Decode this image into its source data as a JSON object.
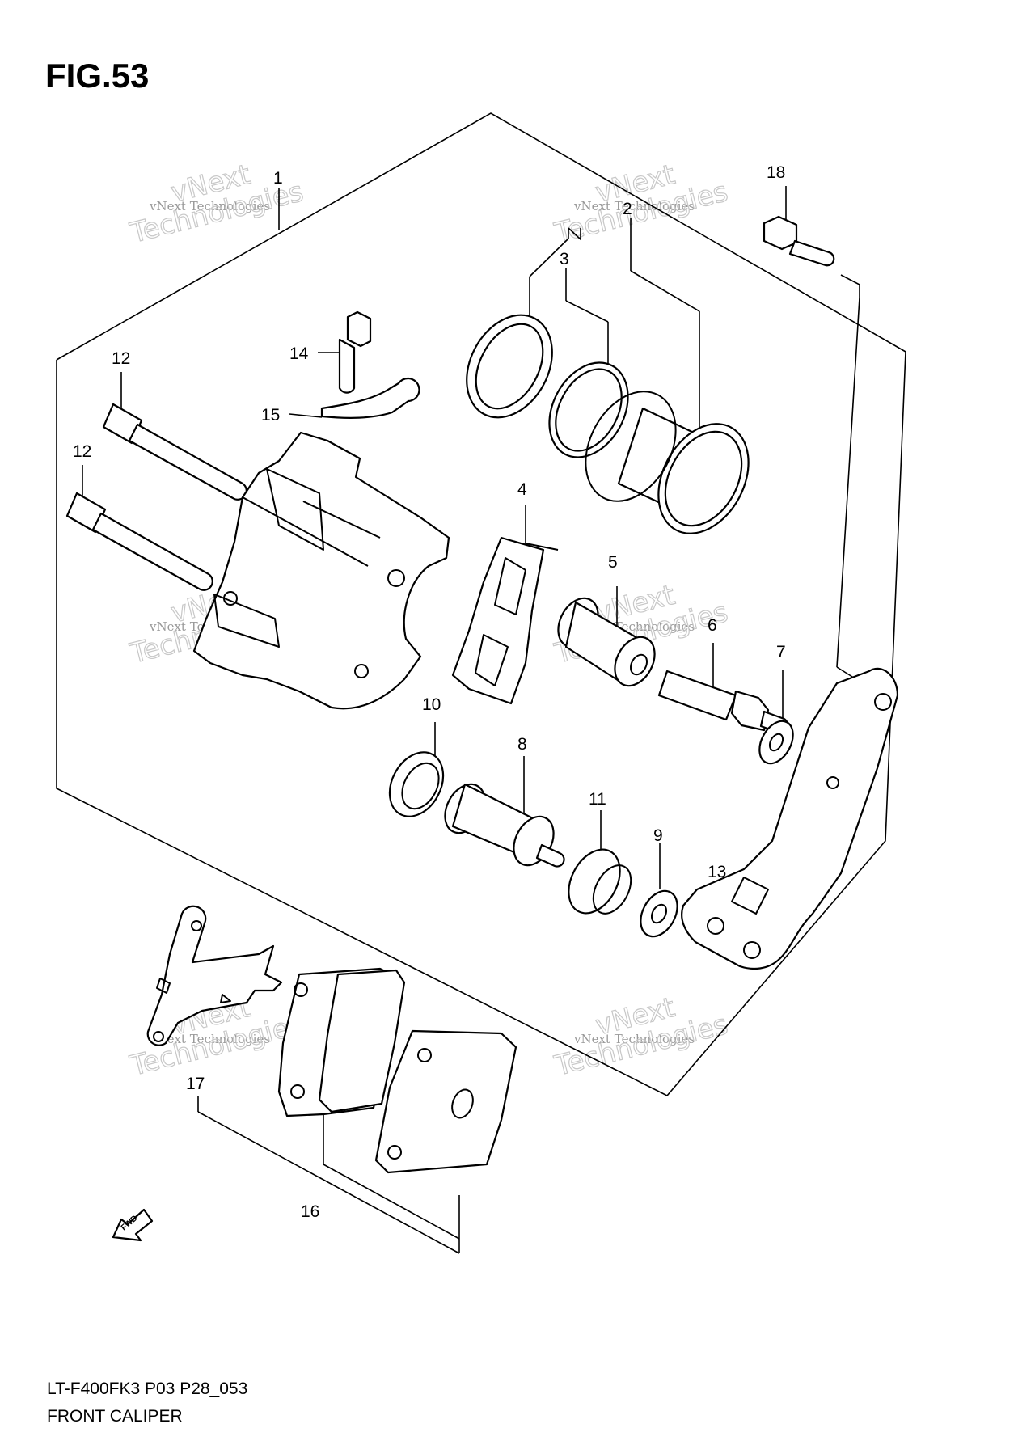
{
  "figure": {
    "title": "FIG.53",
    "model_code": "LT-F400FK3 P03 P28_053",
    "section_name": "FRONT CALIPER"
  },
  "callouts": [
    "1",
    "2",
    "3",
    "4",
    "5",
    "6",
    "7",
    "8",
    "9",
    "10",
    "11",
    "12",
    "12",
    "13",
    "14",
    "15",
    "16",
    "17",
    "18"
  ],
  "fwd_label": "FWD",
  "watermark": {
    "line1": "vNext Technologies",
    "line2": "vNext",
    "line3": "Technologies",
    "color": "#9a9a9a"
  }
}
